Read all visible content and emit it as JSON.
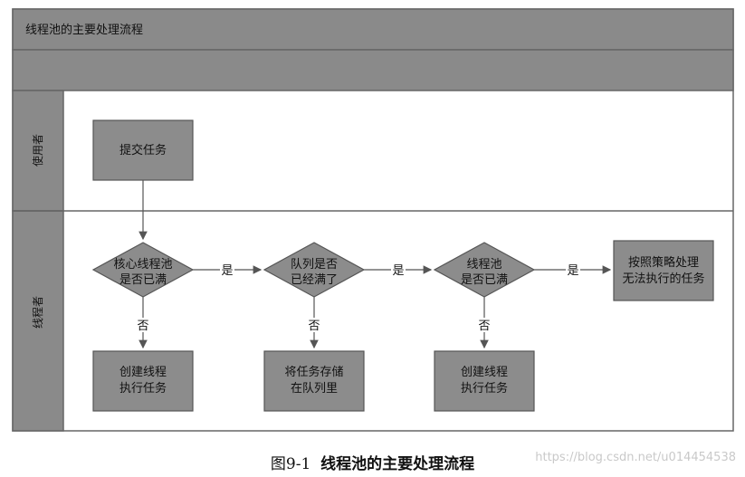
{
  "pool": {
    "title": "线程池的主要处理流程"
  },
  "lanes": [
    {
      "label": "使用者"
    },
    {
      "label": "线程者"
    }
  ],
  "nodes": {
    "submit": {
      "line1": "提交任务",
      "line2": ""
    },
    "core_full": {
      "line1": "核心线程池",
      "line2": "是否已满"
    },
    "queue_full": {
      "line1": "队列是否",
      "line2": "已经满了"
    },
    "pool_full": {
      "line1": "线程池",
      "line2": "是否已满"
    },
    "reject": {
      "line1": "按照策略处理",
      "line2": "无法执行的任务"
    },
    "create1": {
      "line1": "创建线程",
      "line2": "执行任务"
    },
    "store": {
      "line1": "将任务存储",
      "line2": "在队列里"
    },
    "create2": {
      "line1": "创建线程",
      "line2": "执行任务"
    }
  },
  "edges": {
    "yes": "是",
    "no": "否"
  },
  "caption": {
    "figure": "图9-1",
    "title": "线程池的主要处理流程"
  },
  "watermark": "https://blog.csdn.net/u014454538",
  "colors": {
    "header_fill": "#8a8a8a",
    "node_fill": "#8c8c8c",
    "border": "#555555"
  }
}
